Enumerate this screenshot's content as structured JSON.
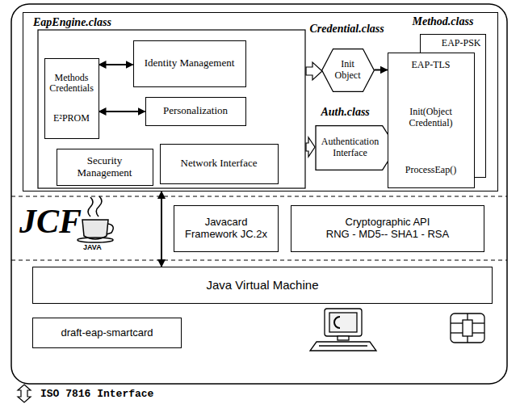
{
  "diagram": {
    "nodes": [
      {
        "text": [
          "EapEngine.class"
        ]
      },
      {
        "text": [
          "Methods Credentials",
          "E²PROM"
        ],
        "in": 0
      },
      {
        "text": [
          "Identity Management"
        ],
        "in": 0
      },
      {
        "text": [
          "Personalization"
        ],
        "in": 0
      },
      {
        "text": [
          "Security Management"
        ],
        "in": 0
      },
      {
        "text": [
          "Network Interface"
        ],
        "in": 0
      },
      {
        "text": [
          "Credential.class",
          "Init Object"
        ],
        "in": 0
      },
      {
        "text": [
          "Auth.class",
          "Authentication Interface"
        ],
        "in": 0
      },
      {
        "text": [
          "Method.class",
          "EAP-PSK"
        ],
        "in": 0
      },
      {
        "text": [
          "EAP-TLS",
          "Init(Object Credential)",
          "ProcessEap()"
        ],
        "in": 0
      },
      {
        "text": [
          "Javacard Framework JC.2x"
        ]
      },
      {
        "text": [
          "Cryptographic API",
          "RNG - MD5-- SHA1 - RSA"
        ]
      },
      {
        "text": [
          "Java Virtual Machine"
        ]
      },
      {
        "text": [
          "draft-eap-smartcard"
        ]
      }
    ],
    "edges": [
      {
        "from": 1,
        "to": 2,
        "arrow": "both"
      },
      {
        "from": 1,
        "to": 3,
        "arrow": "both"
      },
      {
        "from": 6,
        "to": 9,
        "arrow": "to"
      },
      {
        "from": 0,
        "to": 12,
        "arrow": "both"
      }
    ],
    "labels": [
      "JCF",
      "JAVA",
      "ISO 7816 Interface"
    ]
  }
}
